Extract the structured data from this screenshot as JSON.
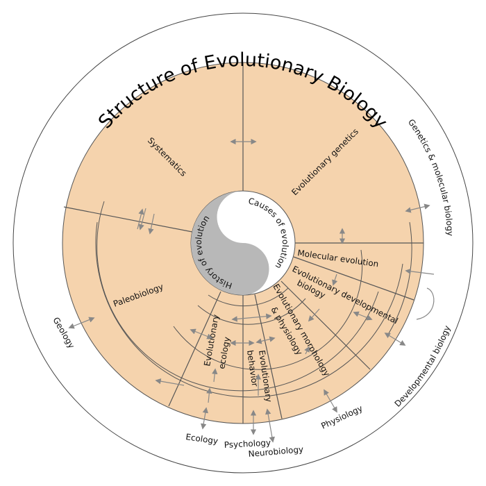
{
  "title": "Structure of Evolutionary Biology",
  "center": {
    "left": "History of evolution",
    "right": "Causes of evolution"
  },
  "fields": {
    "systematics": "Systematics",
    "evolutionary_genetics": "Evolutionary genetics",
    "paleobiology": "Paleobiology",
    "molecular_evolution": "Molecular evolution",
    "evo_devo_1": "Evolutionary developmental",
    "evo_devo_2": "biology",
    "morph_1": "Evolutionary morphology",
    "morph_2": "& physiology",
    "behavior_1": "Evolutionary",
    "behavior_2": "behavior",
    "ecology_1": "Evolutionary",
    "ecology_2": "ecology"
  },
  "outer": {
    "genetics": "Genetics & molecular biology",
    "devbio": "Developmental biology",
    "physiology": "Physiology",
    "neurobiology": "Neurobiology",
    "psychology": "Psychology",
    "ecology": "Ecology",
    "geology": "Geology"
  },
  "colors": {
    "field": "#f5d3ad",
    "history": "#b8b8b8",
    "arrow": "#888888"
  }
}
